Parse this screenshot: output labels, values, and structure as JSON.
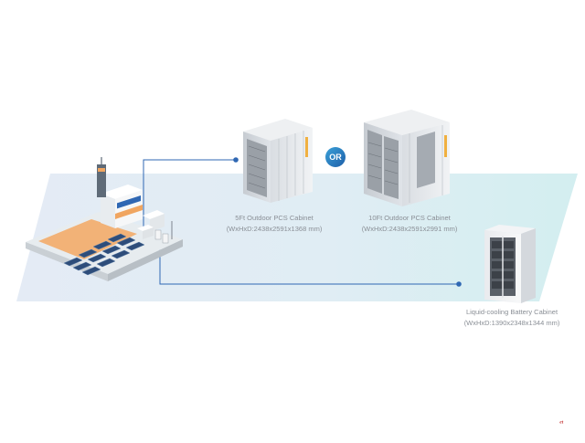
{
  "products": {
    "pcs_5ft": {
      "name": "5Ft Outdoor PCS Cabinet",
      "dims": "(WxHxD:2438x2591x1368 mm)"
    },
    "pcs_10ft": {
      "name": "10Ft Outdoor PCS Cabinet",
      "dims": "(WxHxD:2438x2591x2991 mm)"
    },
    "battery": {
      "name": "Liquid-cooling Battery Cabinet",
      "dims": "(WxHxD:1390x2348x1344 mm)"
    }
  },
  "or_label": "OR",
  "watermark_text": "ᵉᵗ",
  "colors": {
    "band_left": "#dfe8f4",
    "band_right": "#d6eef0",
    "connector": "#2f67b3",
    "or_badge": "#2a7cc4",
    "cabinet_body": "#e3e6ea",
    "cabinet_dark": "#7f858d",
    "factory_orange": "#f0a560",
    "solar_panel": "#2e4d7a",
    "caption": "#8a8f96"
  }
}
